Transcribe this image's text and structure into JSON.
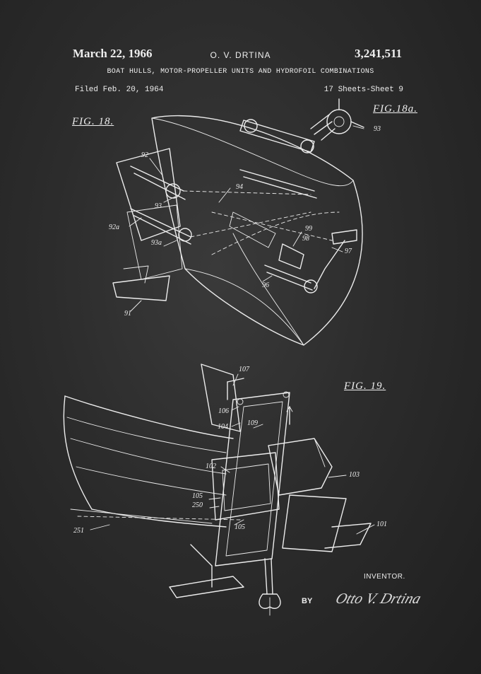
{
  "header": {
    "date": "March 22, 1966",
    "inventor": "O. V. DRTINA",
    "patent_number": "3,241,511",
    "title": "BOAT HULLS, MOTOR-PROPELLER UNITS AND HYDROFOIL COMBINATIONS",
    "filed": "Filed Feb. 20, 1964",
    "sheets": "17 Sheets-Sheet 9"
  },
  "figures": {
    "fig18": "FIG. 18.",
    "fig18a": "FIG.18a.",
    "fig19": "FIG. 19."
  },
  "reference_numerals": {
    "fig18a_93": "93",
    "fig18_92": "92",
    "fig18_93": "93",
    "fig18_94": "94",
    "fig18_92a": "92a",
    "fig18_93a": "93a",
    "fig18_99": "99",
    "fig18_98": "98",
    "fig18_97": "97",
    "fig18_96": "96",
    "fig18_91": "91",
    "fig19_107": "107",
    "fig19_106": "106",
    "fig19_104": "104",
    "fig19_109": "109",
    "fig19_102": "102",
    "fig19_103": "103",
    "fig19_105a": "105",
    "fig19_250": "250",
    "fig19_105b": "105",
    "fig19_251": "251",
    "fig19_101": "101"
  },
  "footer": {
    "inventor_label": "INVENTOR.",
    "by": "BY",
    "signature": "Otto V. Drtina"
  },
  "colors": {
    "background": "#2c2c2c",
    "ink": "#ececec"
  }
}
